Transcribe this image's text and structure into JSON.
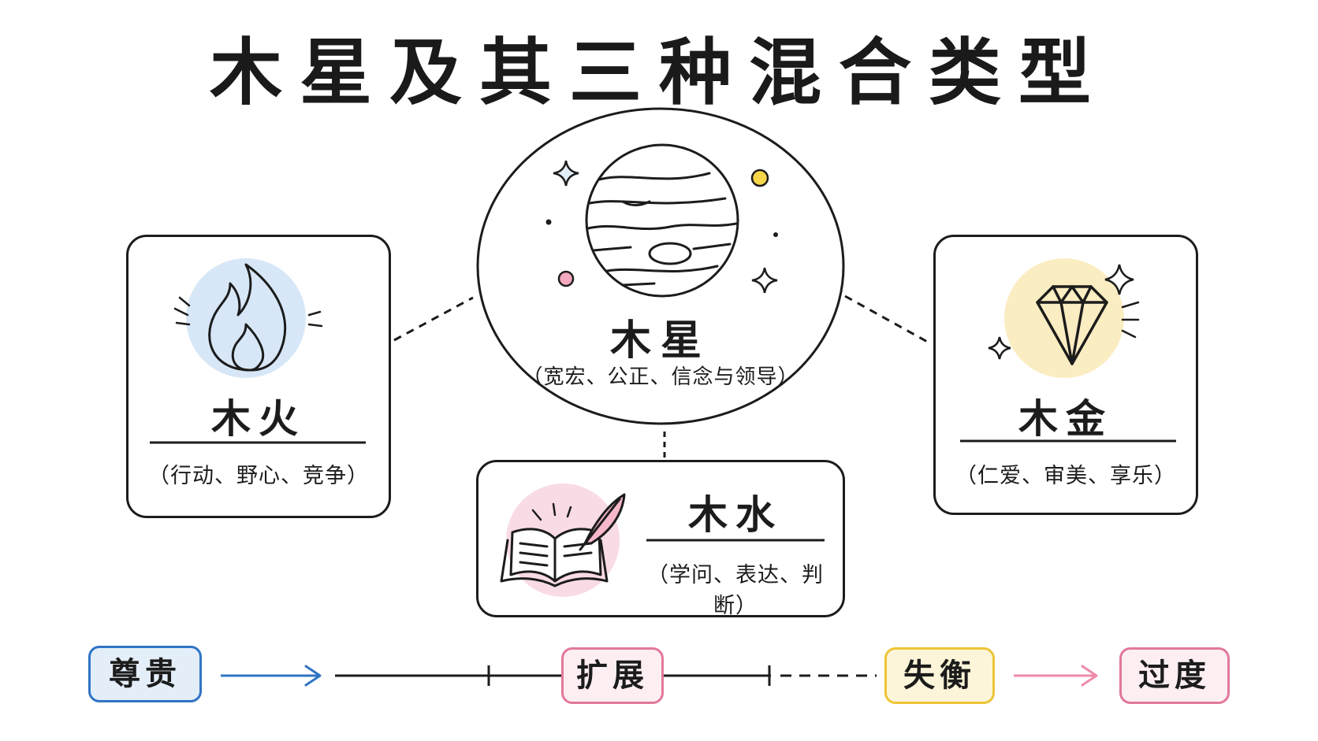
{
  "title": "木星及其三种混合类型",
  "center": {
    "name": "木星",
    "desc": "（宽宏、公正、信念与领导）"
  },
  "cards": {
    "fire": {
      "name": "木火",
      "desc": "（行动、野心、竞争）",
      "icon": "flame-icon",
      "tint": "#d7e7f7"
    },
    "metal": {
      "name": "木金",
      "desc": "（仁爱、审美、享乐）",
      "icon": "diamond-icon",
      "tint": "#fbedc2"
    },
    "water": {
      "name": "木水",
      "desc": "（学问、表达、判断）",
      "icon": "book-quill-icon",
      "tint": "#f9dbe5"
    }
  },
  "scale": [
    {
      "label": "尊贵",
      "color": "#2f74c4",
      "fill": "#e4eef9"
    },
    {
      "label": "扩展",
      "color": "#e2789a",
      "fill": "#fdeef2"
    },
    {
      "label": "失衡",
      "color": "#ecc535",
      "fill": "#fdf5d9"
    },
    {
      "label": "过度",
      "color": "#e2789a",
      "fill": "#fdeef2"
    }
  ],
  "arrow_colors": {
    "blue": "#2f74c4",
    "pink": "#ef8aa8"
  }
}
